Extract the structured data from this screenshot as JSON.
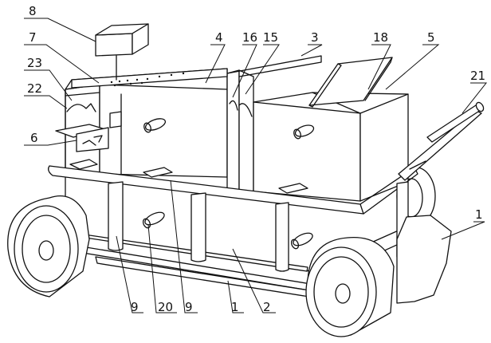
{
  "labels": {
    "top": [
      "8",
      "7",
      "23",
      "22",
      "6",
      "4",
      "16",
      "15",
      "3",
      "18",
      "5",
      "21",
      "1"
    ],
    "bottom": [
      "9",
      "20",
      "9",
      "1",
      "2"
    ]
  }
}
